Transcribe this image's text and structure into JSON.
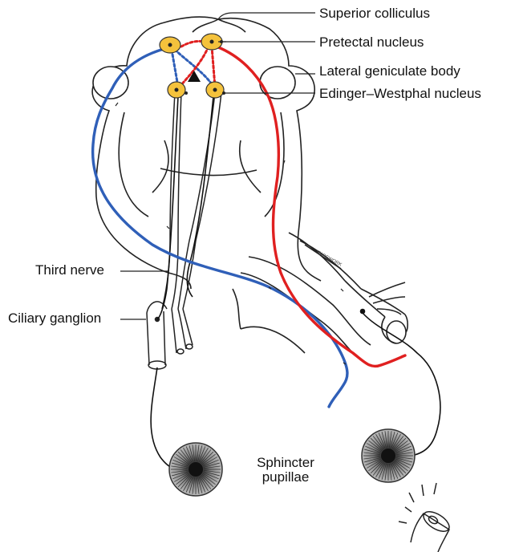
{
  "labels": {
    "superior_colliculus": "Superior colliculus",
    "pretectal_nucleus": "Pretectal nucleus",
    "lateral_geniculate_body": "Lateral geniculate body",
    "edinger_westphal_nucleus": "Edinger–Westphal nucleus",
    "third_nerve": "Third nerve",
    "ciliary_ganglion": "Ciliary ganglion",
    "sphincter_pupillae_line1": "Sphincter",
    "sphincter_pupillae_line2": "pupillae",
    "stamp": "TAPEWORK"
  },
  "colors": {
    "afferent_right": "#e02020",
    "afferent_left": "#2f5fb8",
    "nucleus_fill": "#f4c23c",
    "outline": "#222222",
    "iris": "#555555"
  },
  "icons": {
    "light_source": "flashlight-icon",
    "marker": "triangle-icon"
  }
}
